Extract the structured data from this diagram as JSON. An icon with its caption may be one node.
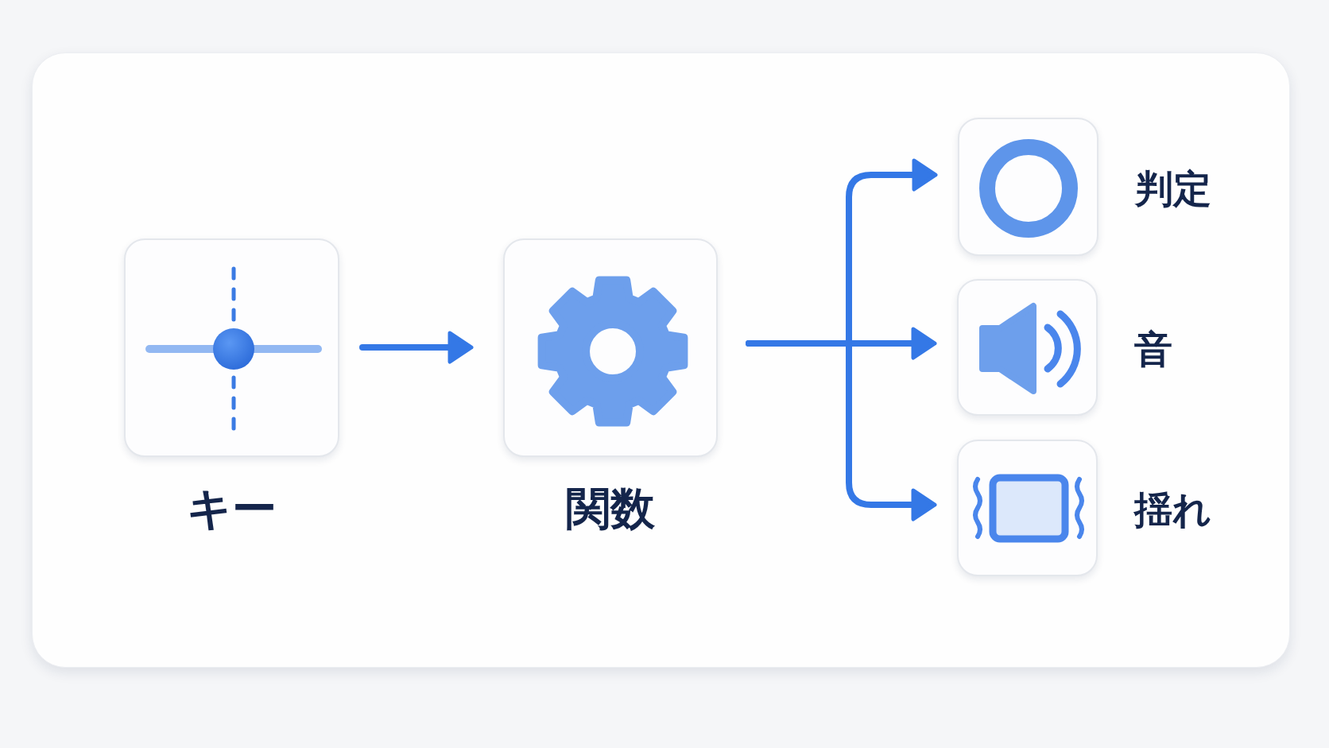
{
  "diagram": {
    "nodes": [
      {
        "text": [
          "キー"
        ]
      },
      {
        "text": [
          "関数"
        ]
      },
      {
        "text": [
          "判定"
        ]
      },
      {
        "text": [
          "音"
        ]
      },
      {
        "text": [
          "揺れ"
        ]
      }
    ],
    "edges": [
      {
        "from": 0,
        "to": 1,
        "arrow": "to"
      },
      {
        "from": 1,
        "to": 2,
        "arrow": "to"
      },
      {
        "from": 1,
        "to": 3,
        "arrow": "to"
      },
      {
        "from": 1,
        "to": 4,
        "arrow": "to"
      }
    ]
  }
}
